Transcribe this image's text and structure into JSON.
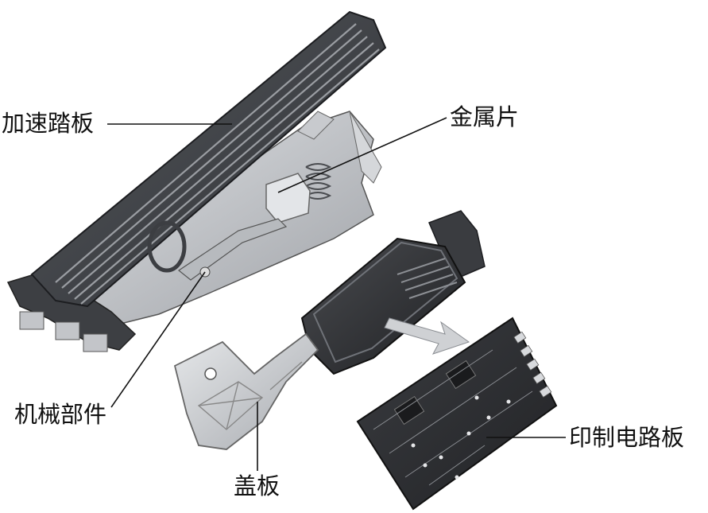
{
  "labels": {
    "accelerator_pedal": "加速踏板",
    "metal_plate": "金属片",
    "mechanical_part": "机械部件",
    "cover_plate": "盖板",
    "printed_circuit_board": "印制电路板"
  },
  "colors": {
    "line": "#111111",
    "pedal_dark": "#3a3c40",
    "pedal_mid": "#6c6f75",
    "housing_light": "#c9cbcf",
    "pcb_dark": "#2b2d30",
    "pad": "#d8dadd"
  }
}
